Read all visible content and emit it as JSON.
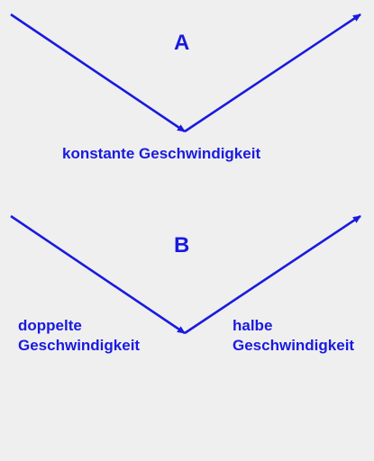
{
  "colors": {
    "background": "#efefef",
    "arrow": "#1a1adf",
    "text": "#1a1adf"
  },
  "panel_a": {
    "label": "A",
    "caption": "konstante Geschwindigkeit"
  },
  "panel_b": {
    "label": "B",
    "left_caption_line1": "doppelte",
    "left_caption_line2": "Geschwindigkeit",
    "right_caption_line1": "halbe",
    "right_caption_line2": "Geschwindigkeit"
  }
}
